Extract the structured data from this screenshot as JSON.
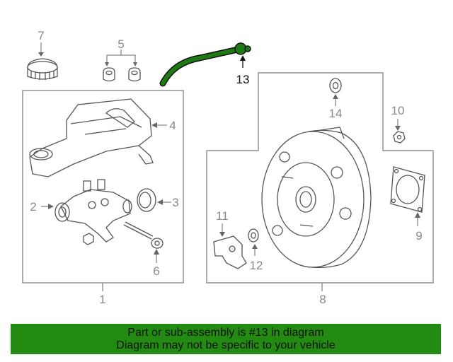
{
  "callouts": {
    "c1": "1",
    "c2": "2",
    "c3": "3",
    "c4": "4",
    "c5": "5",
    "c6": "6",
    "c7": "7",
    "c8": "8",
    "c9": "9",
    "c10": "10",
    "c11": "11",
    "c12": "12",
    "c13": "13",
    "c14": "14"
  },
  "highlight": {
    "part": "13",
    "color": "#1e7a12"
  },
  "banner": {
    "line1": "Part or sub-assembly is #13 in diagram",
    "line2": "Diagram may not be specific to your vehicle",
    "color": "#238a12"
  }
}
